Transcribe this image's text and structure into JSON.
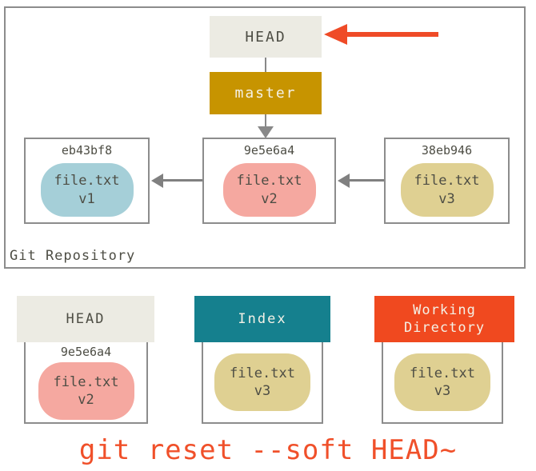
{
  "diagram": {
    "repository": {
      "label": "Git Repository",
      "head": {
        "label": "HEAD"
      },
      "branch": {
        "label": "master"
      },
      "commits": [
        {
          "id": "eb43bf8",
          "file": "file.txt",
          "version": "v1"
        },
        {
          "id": "9e5e6a4",
          "file": "file.txt",
          "version": "v2"
        },
        {
          "id": "38eb946",
          "file": "file.txt",
          "version": "v3"
        }
      ]
    },
    "areas": {
      "head": {
        "title": "HEAD",
        "commit_id": "9e5e6a4",
        "file": "file.txt",
        "version": "v2"
      },
      "index": {
        "title": "Index",
        "file": "file.txt",
        "version": "v3"
      },
      "working_directory": {
        "title": "Working Directory",
        "file": "file.txt",
        "version": "v3"
      }
    },
    "caption": "git reset --soft HEAD~",
    "colors": {
      "head_box": "#ECEBE3",
      "branch_box": "#C79400",
      "index_header": "#15808E",
      "working_directory_header": "#F0491F",
      "red_arrow": "#EF4B27",
      "caption_text": "#F0502A",
      "blob_blue": "#A5CFD8",
      "blob_pink": "#F5A8A0",
      "blob_yellow": "#DFD092",
      "gray_lines": "#808080",
      "box_border": "#8C8C8C",
      "dark_text": "#4D4D44"
    }
  }
}
